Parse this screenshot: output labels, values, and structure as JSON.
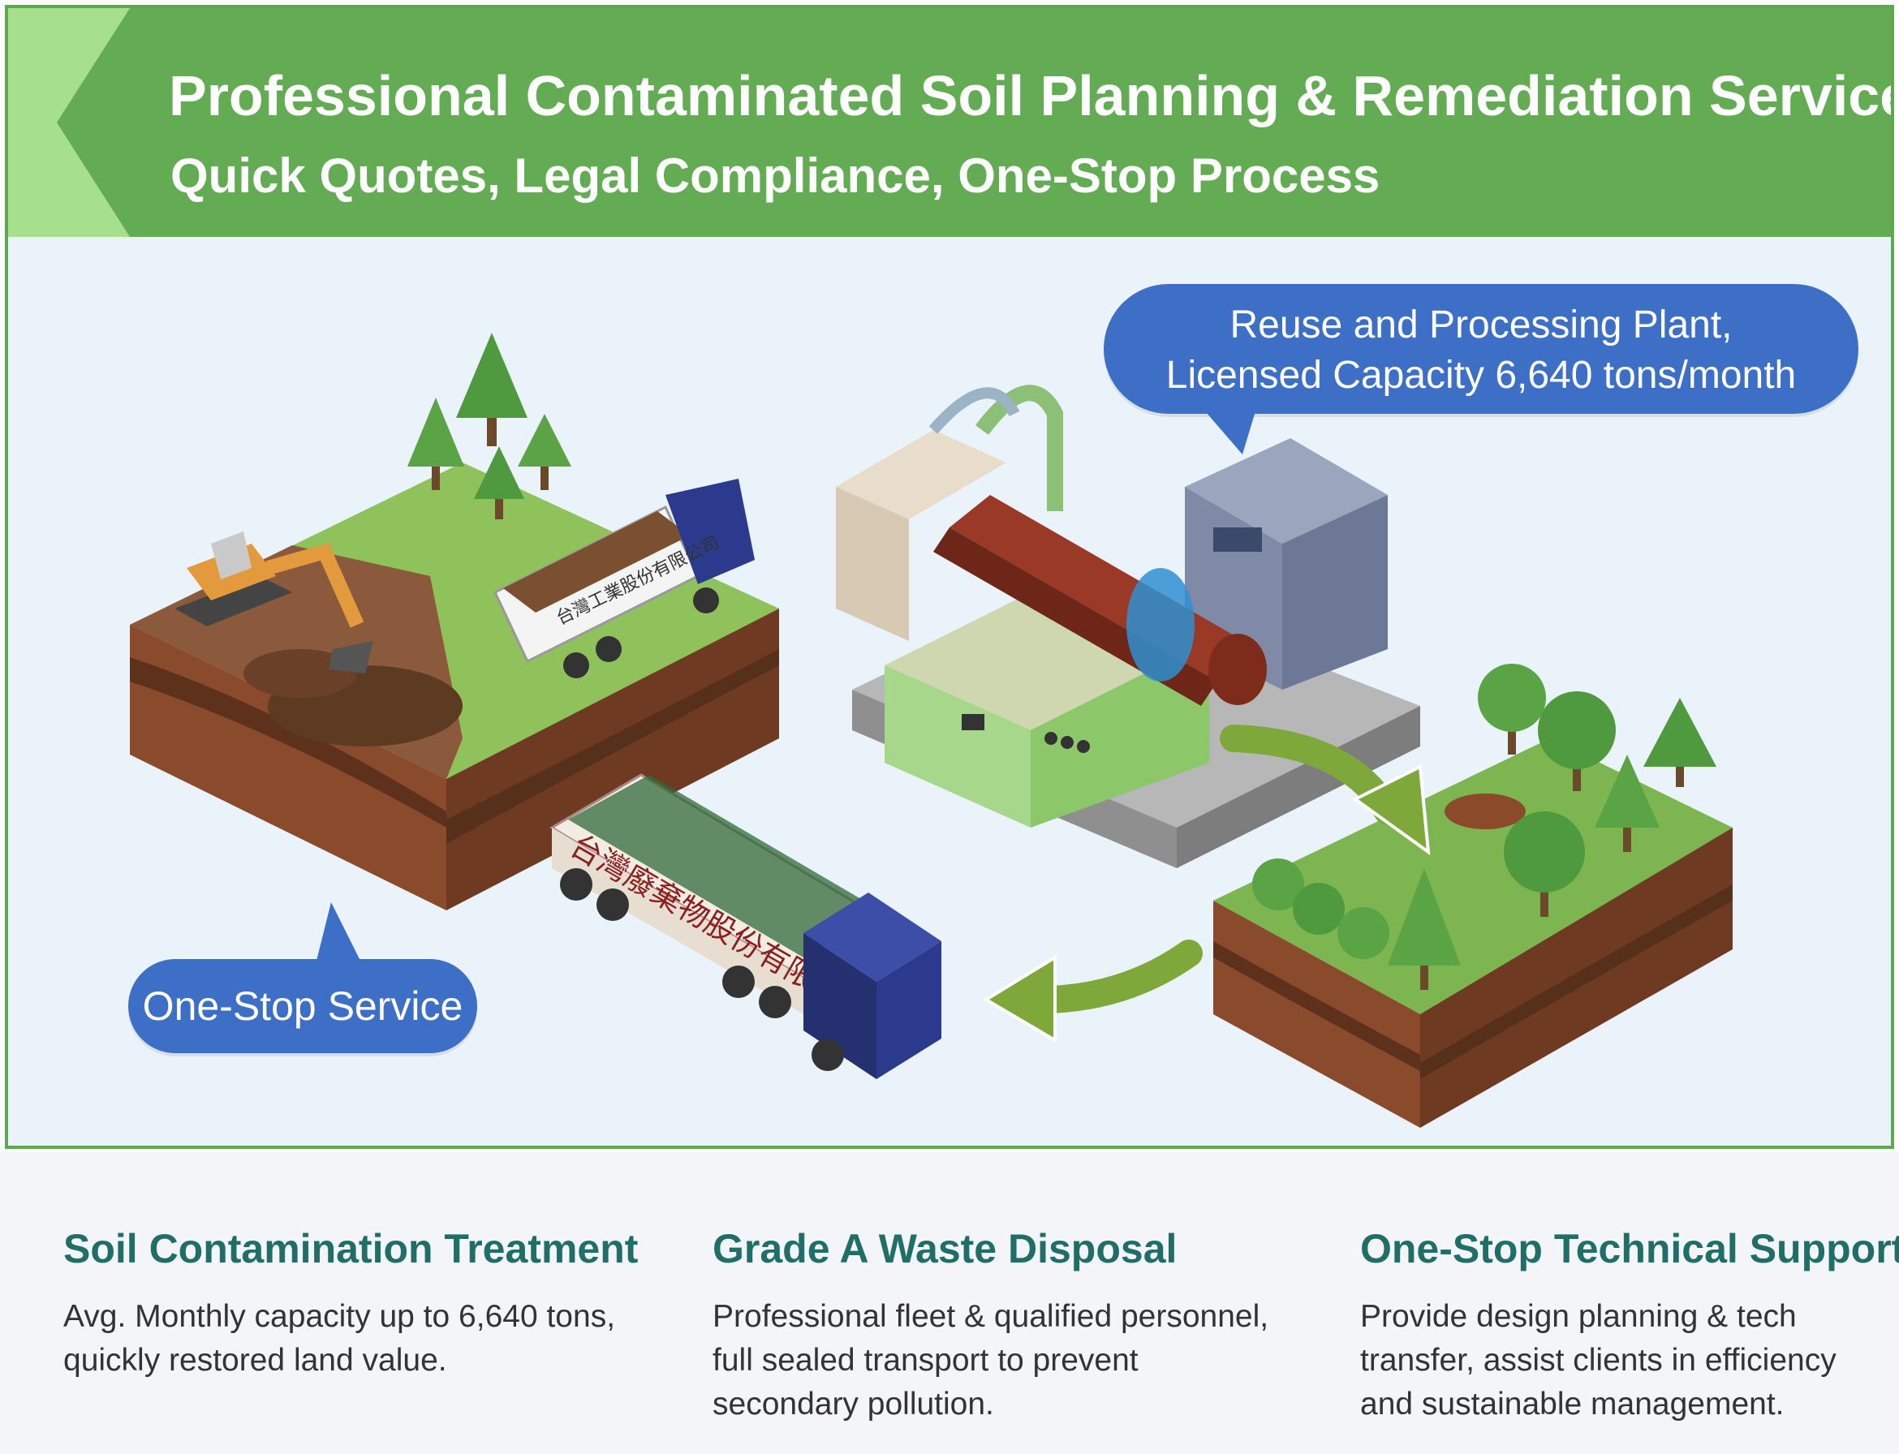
{
  "header": {
    "title": "Professional Contaminated Soil Planning & Remediation Services",
    "subtitle": "Quick Quotes, Legal Compliance, One-Stop Process"
  },
  "scene": {
    "plant_callout_line1": "Reuse and Processing Plant,",
    "plant_callout_line2": "Licensed Capacity 6,640 tons/month",
    "service_callout": "One-Stop Service",
    "truck_top_lettering": "台灣工業股份有限公司",
    "truck_tanker_lettering": "台灣廢棄物股份有限公司"
  },
  "features": [
    {
      "title": "Soil Contamination Treatment",
      "lines": [
        "Avg. Monthly capacity up to 6,640 tons,",
        "quickly restored land value."
      ]
    },
    {
      "title": "Grade A Waste Disposal",
      "lines": [
        "Professional fleet & qualified personnel,",
        "full sealed transport to prevent",
        "secondary pollution."
      ]
    },
    {
      "title": "One-Stop Technical Support",
      "lines": [
        "Provide design planning & tech",
        "transfer, assist clients in efficiency",
        "and sustainable management."
      ]
    }
  ],
  "colors": {
    "header_green": "#63ac54",
    "header_accent": "#a6e08f",
    "callout_blue": "#3d6fc7",
    "feature_title_teal": "#1f6f68",
    "arrow_green": "#7fa83a",
    "truck_blue": "#2b3a8c"
  }
}
